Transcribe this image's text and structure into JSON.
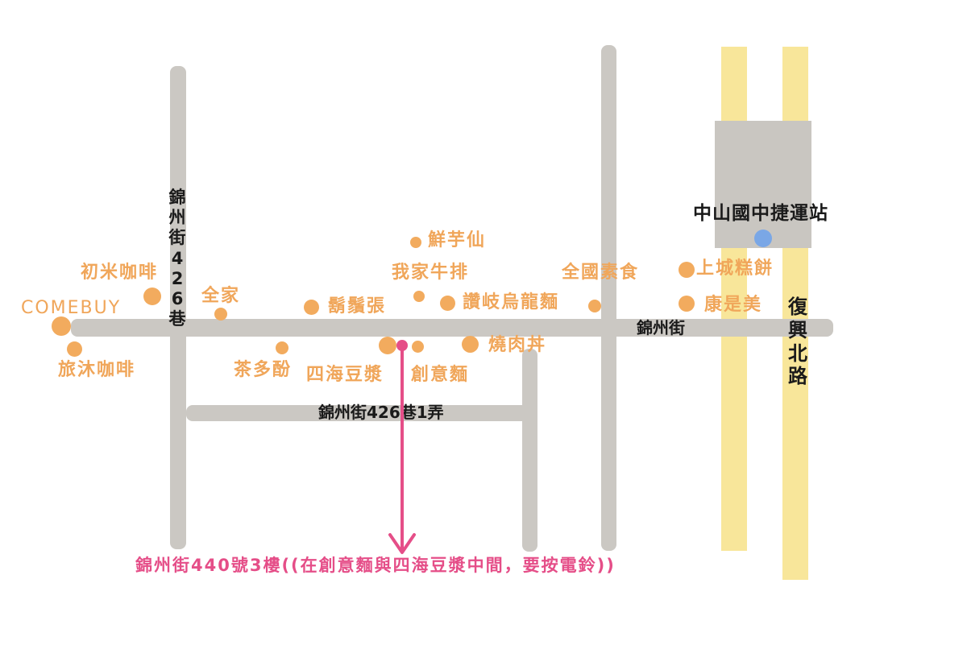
{
  "map": {
    "station": {
      "label": "中山國中捷運站",
      "marker_color": "#7aa7e6"
    },
    "streets": {
      "main": "錦州街",
      "lane_vertical": "錦州街426巷",
      "alley": "錦州街426巷1弄",
      "fuxing": "復興北路"
    },
    "pois": {
      "xianyuxian": "鮮芋仙",
      "wojia_steak": "我家牛排",
      "chumi_cafe": "初米咖啡",
      "quanjia": "全家",
      "huxuzhang": "鬍鬚張",
      "sanuki_udon": "讚岐烏龍麵",
      "quanguo_veg": "全國素食",
      "shangcheng_cake": "上城糕餅",
      "kangshimei": "康是美",
      "comebuy": "COMEBUY",
      "lvmu_cafe": "旅沐咖啡",
      "chaduofen": "茶多酚",
      "sihai_soymilk": "四海豆漿",
      "chuangyi_noodle": "創意麵",
      "yakiniku_don": "燒肉丼"
    },
    "destination": {
      "address": "錦州街440號3樓((在創意麵與四海豆漿中間，要按電鈴))",
      "color": "#e54e88"
    },
    "colors": {
      "road": "#cbc8c3",
      "metro_line": "#f8e69a",
      "poi_dot": "#f2ab5e",
      "poi_text": "#f0a65a"
    }
  }
}
